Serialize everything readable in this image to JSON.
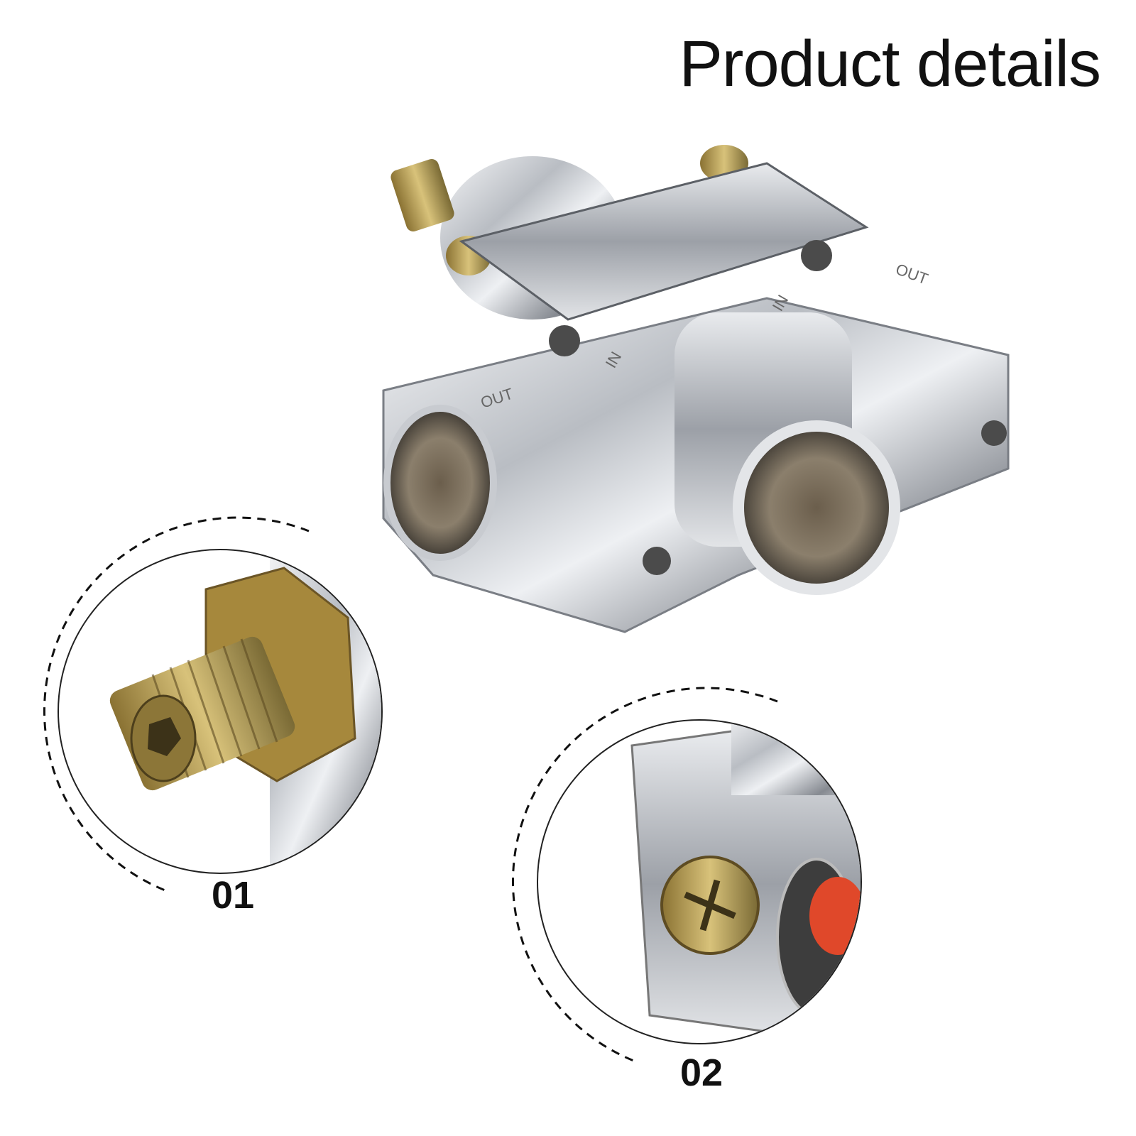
{
  "title": "Product details",
  "callouts": [
    {
      "label": "01",
      "subject": "threaded-fitting-detail"
    },
    {
      "label": "02",
      "subject": "mounting-screw-detail"
    }
  ],
  "text_on_part": [
    "OUT",
    "IN",
    "IN",
    "OUT"
  ],
  "colors": {
    "background": "#ffffff",
    "title": "#111111",
    "chrome_light": "#f2f3f5",
    "chrome_dark": "#6d7178",
    "brass": "#b49a45",
    "accent_red": "#e0482a"
  }
}
